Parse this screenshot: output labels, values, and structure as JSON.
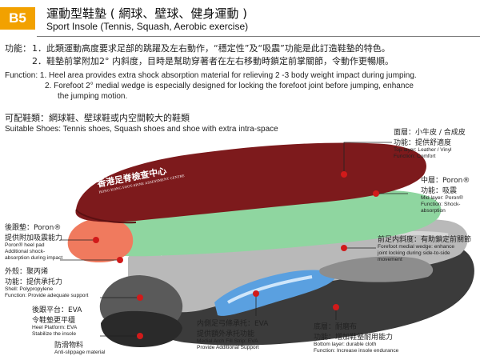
{
  "header": {
    "badge": "B5",
    "title_zh": "運動型鞋墊 ( 網球、壁球、健身運動 )",
    "title_en": "Sport Insole (Tennis, Squash, Aerobic exercise)"
  },
  "function_zh": {
    "label": "功能：",
    "line1": "1．此類運動高度要求足部的跳躍及左右動作，“穩定性”及“吸震”功能是此訂造鞋墊的特色。",
    "line2": "2．鞋墊前掌附加2° 内斜度，目時是幫助穿著者在左右移動時鎖定前掌關節，令動作更暢順。"
  },
  "function_en": {
    "line1": "Function: 1. Heel area provides extra shock absorption material for relieving 2 -3 body weight impact during jumping.",
    "line2": "2. Forefoot 2° medial wedge is especially designed for locking the forefoot joint before jumping, enhance",
    "line3": "the jumping motion."
  },
  "suitable": {
    "zh": "可配鞋類：網球鞋、壁球鞋或内空間較大的鞋類",
    "en": "Suitable Shoes: Tennis shoes, Squash shoes and shoe with extra intra-space"
  },
  "logo": {
    "zh": "香港足脊檢查中心",
    "en": "HONG KONG FOOT-SPINE ASSESSMENT CENTRE"
  },
  "callouts": {
    "top": {
      "zh1": "面層：小牛皮 / 合成皮",
      "zh2": "功能：提供舒適度",
      "en1": "Top layer: Leather / Vinyl",
      "en2": "Function: Comfort"
    },
    "mid": {
      "zh1": "中層：Poron®",
      "zh2": "功能：吸震",
      "en1": "Mid layer: Poron®",
      "en2": "Function: Shock-",
      "en3": "absorption"
    },
    "heel_pad": {
      "zh1": "後跟墊：Poron®",
      "zh2": "提供附加吸震能力",
      "en1": "Poron® heel pad",
      "en2": "Additional shock-",
      "en3": "absorption during impact"
    },
    "shell": {
      "zh1": "外殼：聚丙烯",
      "zh2": "功能：提供承托力",
      "en1": "Shell: Polypropylene",
      "en2": "Function: Provide adequate support"
    },
    "wedge": {
      "zh1": "前足内斜度：有助鎖定前關節",
      "en1": "Forefoot medial wedge: enhance",
      "en2": "joint locking during side-to-side",
      "en3": "movement"
    },
    "heel_platform": {
      "zh1": "後跟平台：EVA",
      "zh2": "令鞋墊更平穩",
      "en1": "Heel Platform: EVA",
      "en2": "Stabilize the insole"
    },
    "anti_slip": {
      "zh1": "防滑物料",
      "en1": "Anti-slippage material"
    },
    "arch": {
      "zh1": "内側足弓條承托：EVA",
      "zh2": "提供額外承托功能",
      "en1": "Medial Arch Fill Strip: EVA",
      "en2": "Provide Additional Support"
    },
    "bottom": {
      "zh1": "底層：耐磨布",
      "zh2": "功能：增加鞋墊耐用能力",
      "en1": "Bottom layer: durable cloth",
      "en2": "Function: Increase insole endurance"
    }
  },
  "colors": {
    "badge": "#f2a100",
    "top_layer": "#7d1a1c",
    "mid_layer": "#8fd6a0",
    "heel_pad": "#f07a5e",
    "shell": "#b5b5b5",
    "arch_strip": "#5aa0e0",
    "bottom_layer": "#3a3a3a",
    "pointer_dot": "#d11a1a"
  }
}
